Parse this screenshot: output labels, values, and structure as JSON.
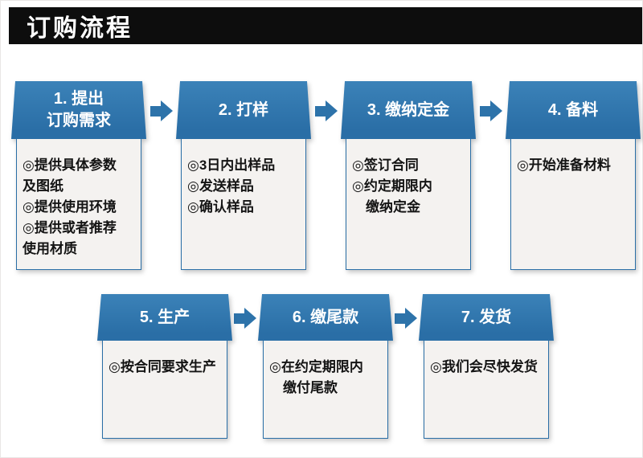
{
  "page": {
    "title": "订购流程"
  },
  "colors": {
    "title_bar_bg": "#0d0d0d",
    "title_text": "#ffffff",
    "step_blue": "#2a6ea6",
    "arrow_blue": "#2d73aa",
    "body_bg": "#f4f2f0",
    "body_text": "#141414"
  },
  "steps": [
    {
      "title_lines": [
        "1. 提出",
        "订购需求"
      ],
      "items": [
        "◎提供具体参数\n及图纸",
        "◎提供使用环境",
        "◎提供或者推荐\n使用材质"
      ]
    },
    {
      "title_lines": [
        "2. 打样"
      ],
      "items": [
        "◎3日内出样品",
        "◎发送样品",
        "◎确认样品"
      ]
    },
    {
      "title_lines": [
        "3. 缴纳定金"
      ],
      "items": [
        "◎签订合同",
        "◎约定期限内\n　缴纳定金"
      ]
    },
    {
      "title_lines": [
        "4. 备料"
      ],
      "items": [
        "◎开始准备材料"
      ]
    },
    {
      "title_lines": [
        "5. 生产"
      ],
      "items": [
        "◎按合同要求生产"
      ]
    },
    {
      "title_lines": [
        "6. 缴尾款"
      ],
      "items": [
        "◎在约定期限内\n　缴付尾款"
      ]
    },
    {
      "title_lines": [
        "7. 发货"
      ],
      "items": [
        "◎我们会尽快发货"
      ]
    }
  ]
}
